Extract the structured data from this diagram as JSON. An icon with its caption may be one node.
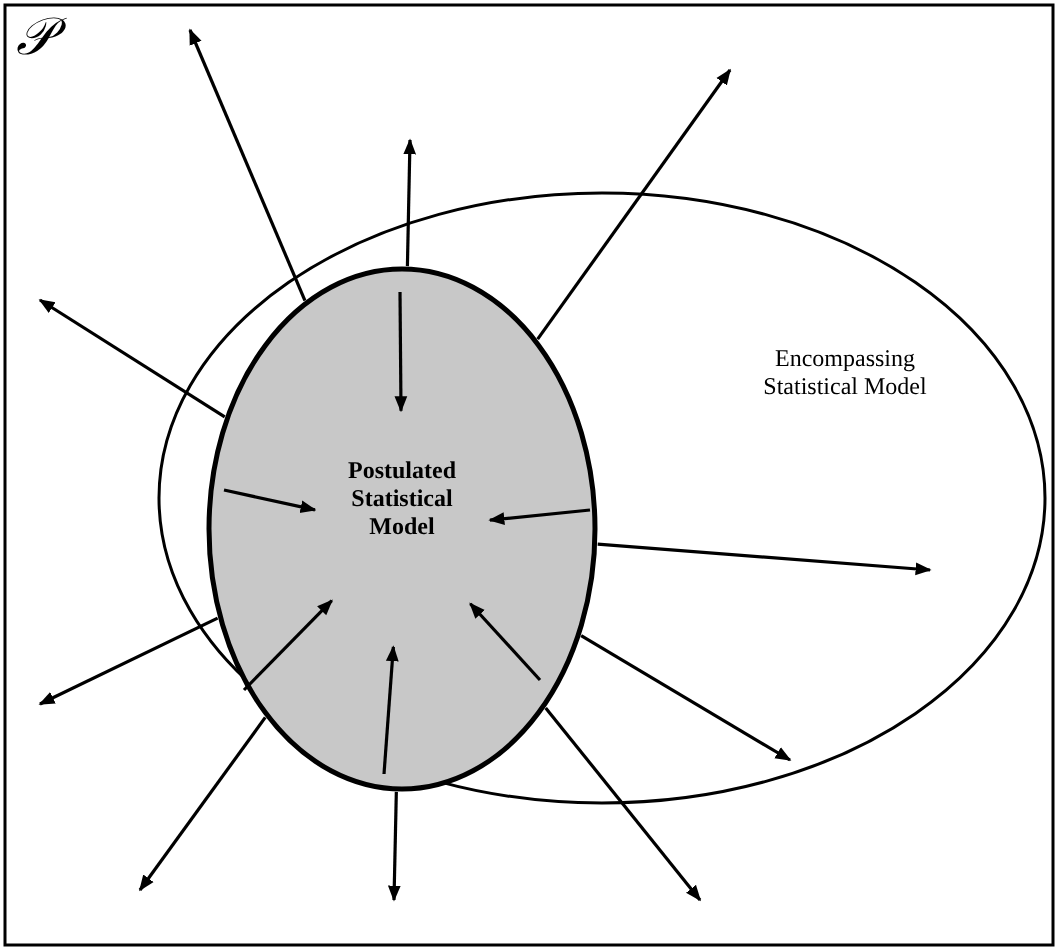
{
  "diagram": {
    "nodes": [
      {
        "text": [
          "𝒫"
        ]
      },
      {
        "text": [
          "Encompassing Statistical Model"
        ],
        "in": 0
      },
      {
        "text": [
          "Postulated Statistical Model"
        ],
        "in": 1
      }
    ],
    "edges": [
      {
        "from": 2,
        "to": null,
        "arrow": "to"
      },
      {
        "from": 2,
        "to": null,
        "arrow": "to"
      },
      {
        "from": 2,
        "to": null,
        "arrow": "to"
      },
      {
        "from": 2,
        "to": null,
        "arrow": "to"
      },
      {
        "from": 2,
        "to": null,
        "arrow": "to"
      },
      {
        "from": 2,
        "to": null,
        "arrow": "to"
      },
      {
        "from": 2,
        "to": null,
        "arrow": "to"
      },
      {
        "from": 2,
        "to": null,
        "arrow": "to"
      },
      {
        "from": 2,
        "to": null,
        "arrow": "to"
      },
      {
        "from": 2,
        "to": null,
        "arrow": "to"
      },
      {
        "from": null,
        "to": 2,
        "arrow": "to"
      },
      {
        "from": null,
        "to": 2,
        "arrow": "to"
      },
      {
        "from": null,
        "to": 2,
        "arrow": "to"
      },
      {
        "from": null,
        "to": 2,
        "arrow": "to"
      },
      {
        "from": null,
        "to": 2,
        "arrow": "to"
      },
      {
        "from": null,
        "to": 2,
        "arrow": "to"
      }
    ]
  }
}
